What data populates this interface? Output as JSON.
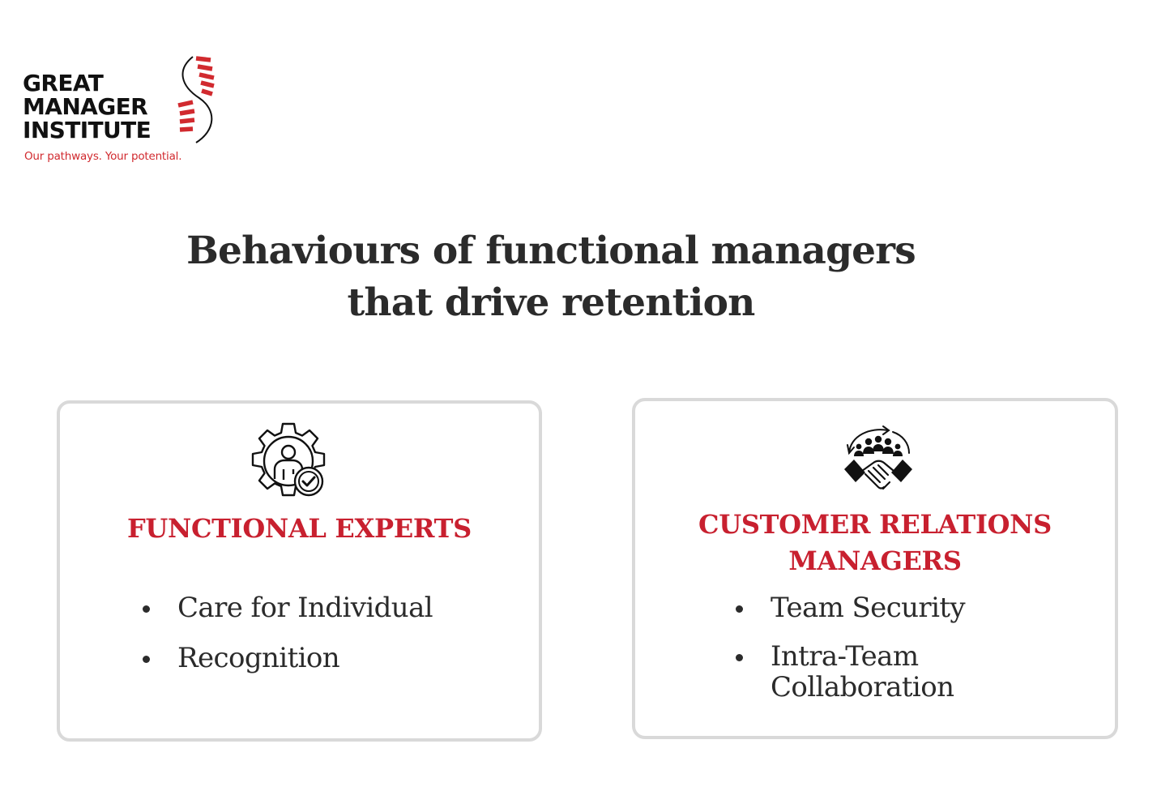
{
  "logo": {
    "line1": "GREAT",
    "line2": "MANAGER",
    "line3": "INSTITUTE",
    "tagline": "Our pathways. Your potential."
  },
  "title": {
    "line1": "Behaviours of functional managers",
    "line2": "that drive retention"
  },
  "cards": [
    {
      "icon": "gear-person-check-icon",
      "heading_lines": [
        "FUNCTIONAL EXPERTS"
      ],
      "items": [
        "Care for Individual",
        "Recognition"
      ]
    },
    {
      "icon": "team-handshake-icon",
      "heading_lines": [
        "CUSTOMER RELATIONS",
        "MANAGERS"
      ],
      "items": [
        "Team Security",
        "Intra-Team Collaboration"
      ]
    }
  ],
  "colors": {
    "accent": "#c8202f",
    "text": "#2b2b2b",
    "card_border": "#d9d9d9"
  }
}
